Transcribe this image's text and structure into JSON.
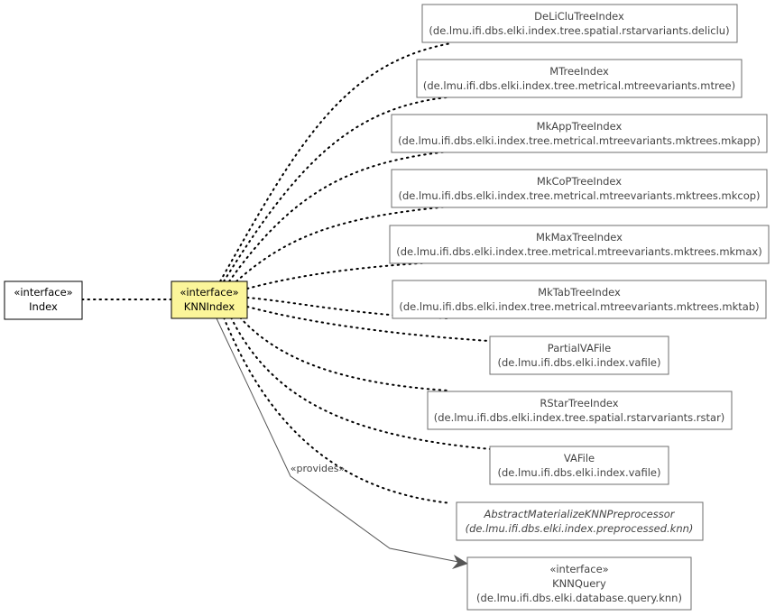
{
  "nodes": {
    "index": {
      "stereotype": "«interface»",
      "name": "Index"
    },
    "knnindex": {
      "stereotype": "«interface»",
      "name": "KNNIndex"
    },
    "deliclu": {
      "name": "DeLiCluTreeIndex",
      "package": "(de.lmu.ifi.dbs.elki.index.tree.spatial.rstarvariants.deliclu)"
    },
    "mtree": {
      "name": "MTreeIndex",
      "package": "(de.lmu.ifi.dbs.elki.index.tree.metrical.mtreevariants.mtree)"
    },
    "mkapp": {
      "name": "MkAppTreeIndex",
      "package": "(de.lmu.ifi.dbs.elki.index.tree.metrical.mtreevariants.mktrees.mkapp)"
    },
    "mkcop": {
      "name": "MkCoPTreeIndex",
      "package": "(de.lmu.ifi.dbs.elki.index.tree.metrical.mtreevariants.mktrees.mkcop)"
    },
    "mkmax": {
      "name": "MkMaxTreeIndex",
      "package": "(de.lmu.ifi.dbs.elki.index.tree.metrical.mtreevariants.mktrees.mkmax)"
    },
    "mktab": {
      "name": "MkTabTreeIndex",
      "package": "(de.lmu.ifi.dbs.elki.index.tree.metrical.mtreevariants.mktrees.mktab)"
    },
    "partialvafile": {
      "name": "PartialVAFile",
      "package": "(de.lmu.ifi.dbs.elki.index.vafile)"
    },
    "rstar": {
      "name": "RStarTreeIndex",
      "package": "(de.lmu.ifi.dbs.elki.index.tree.spatial.rstarvariants.rstar)"
    },
    "vafile": {
      "name": "VAFile",
      "package": "(de.lmu.ifi.dbs.elki.index.vafile)"
    },
    "abstractknn": {
      "name": "AbstractMaterializeKNNPreprocessor",
      "package": "(de.lmu.ifi.dbs.elki.index.preprocessed.knn)"
    },
    "knnquery": {
      "stereotype": "«interface»",
      "name": "KNNQuery",
      "package": "(de.lmu.ifi.dbs.elki.database.query.knn)"
    }
  },
  "edges": {
    "provides_label": "«provides»"
  }
}
